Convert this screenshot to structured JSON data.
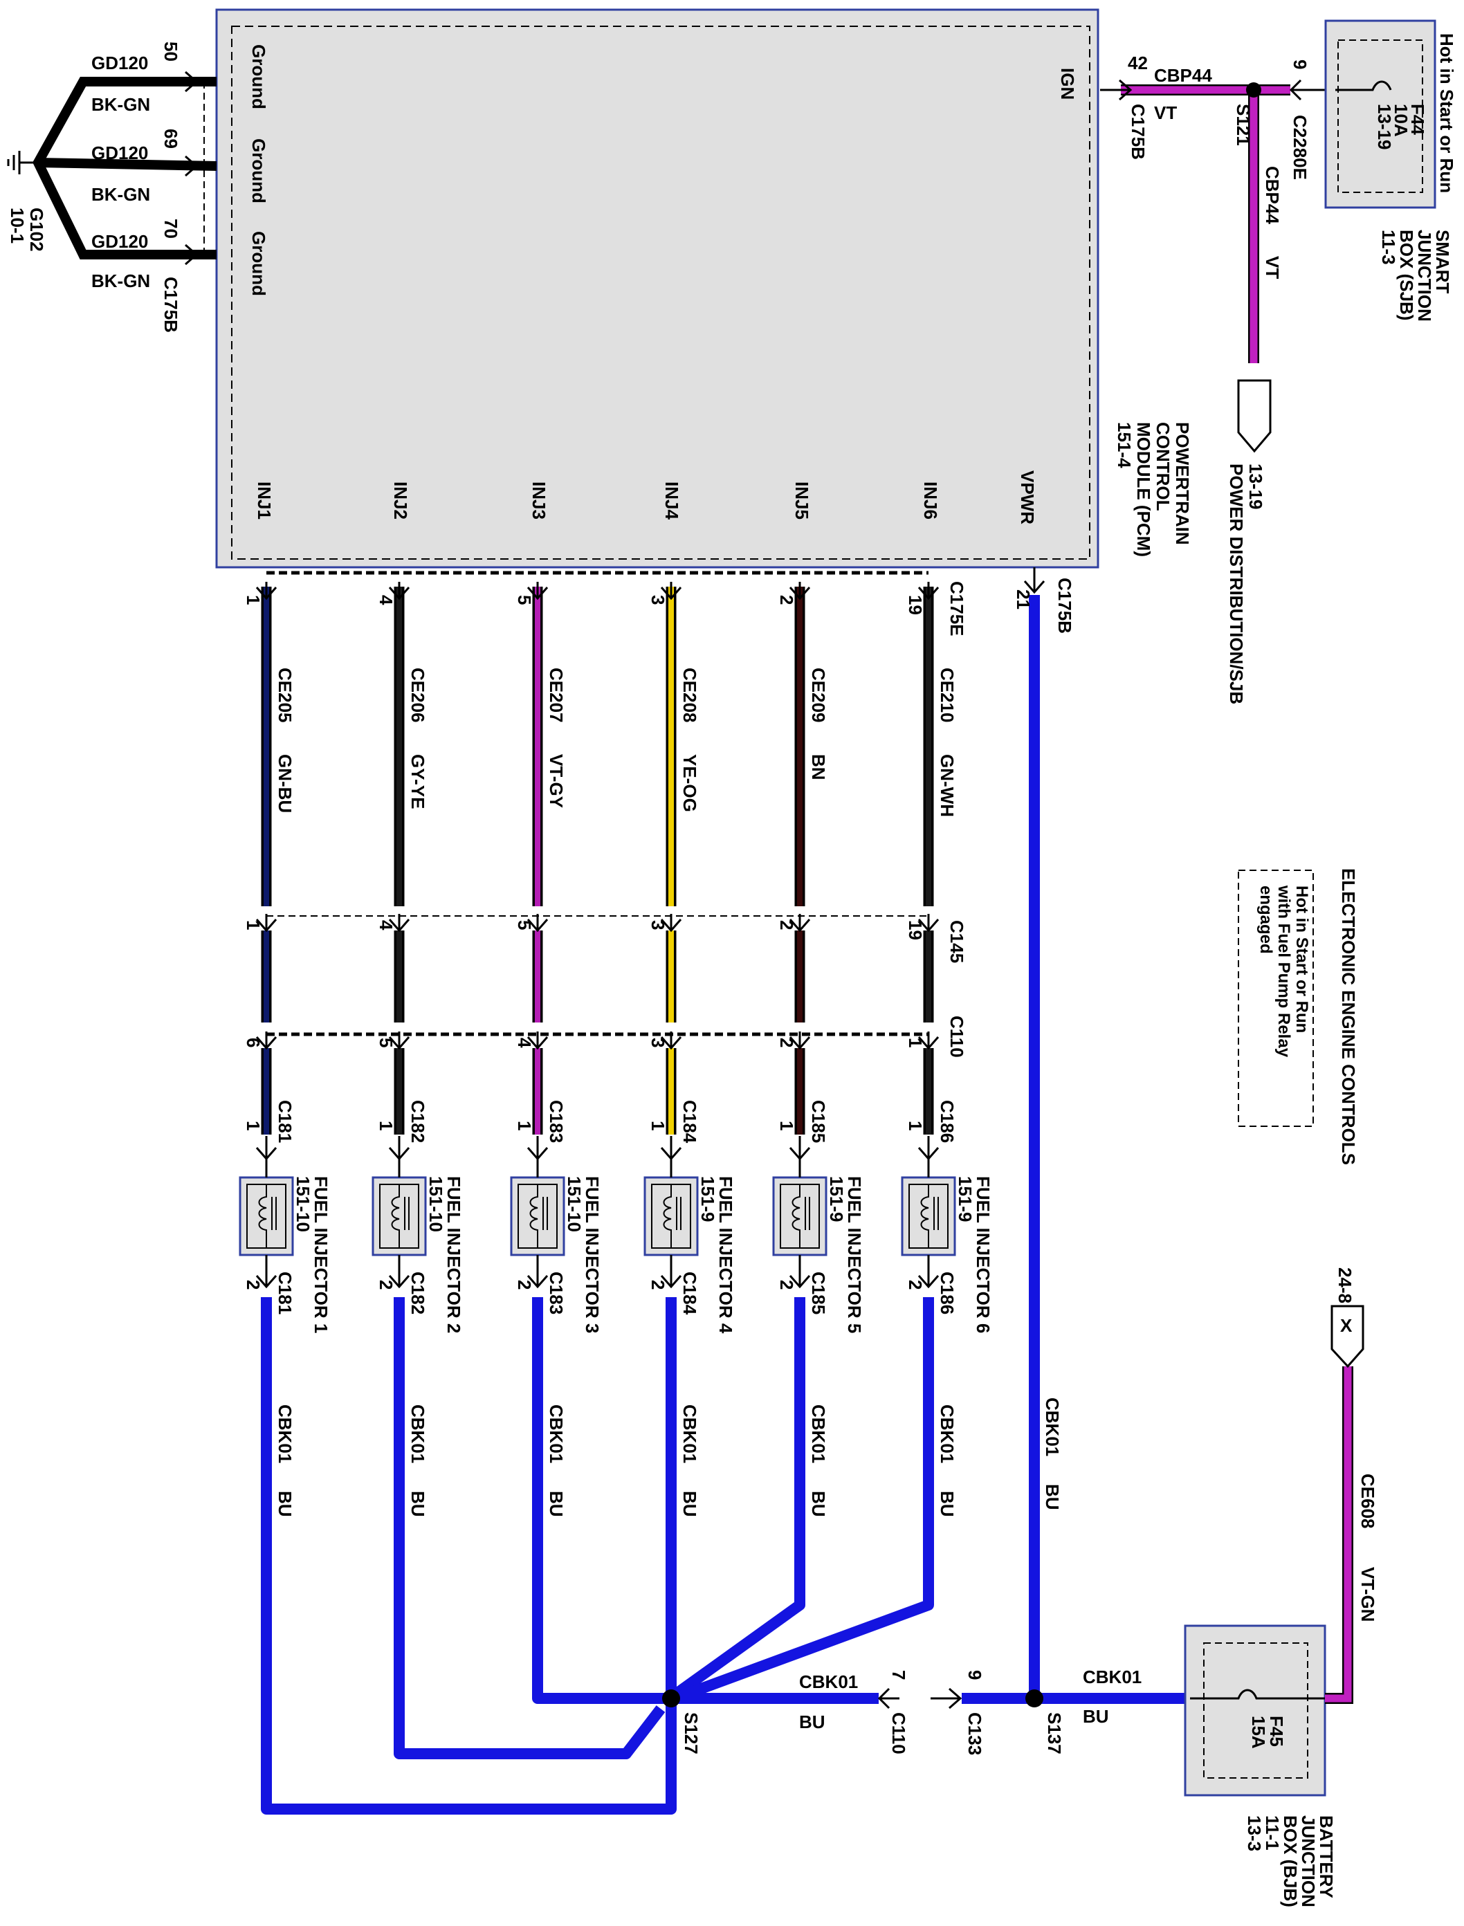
{
  "pcm": {
    "name": [
      "POWERTRAIN",
      "CONTROL",
      "MODULE (PCM)",
      "151-4"
    ],
    "pins_ground": [
      "Ground",
      "Ground",
      "Ground"
    ],
    "pin_ign": "IGN",
    "pins_bottom": [
      "INJ1",
      "INJ2",
      "INJ3",
      "INJ4",
      "INJ5",
      "INJ6",
      "VPWR"
    ]
  },
  "ground": {
    "circuit": "GD120",
    "color": "BK-GN",
    "pins": [
      "50",
      "69",
      "70"
    ],
    "connector": "C175B",
    "ref": "G102",
    "ref_page": "10-1"
  },
  "ign_feed": {
    "pin": "42",
    "connector": "C175B",
    "circuit": "CBP44",
    "wire_color": "VT",
    "splice": "S121",
    "sjb_pin": "9",
    "sjb_connector": "C2280E",
    "down_circuit": "CBP44",
    "down_color": "VT",
    "pd_ref": "13-19",
    "pd_label": "POWER DISTRIBUTION/SJB"
  },
  "sjb": {
    "hot_label": "Hot in Start or Run",
    "fuse": [
      "F44",
      "10A",
      "13-19"
    ],
    "name": [
      "SMART",
      "JUNCTION",
      "BOX (SJB)",
      "11-3"
    ]
  },
  "injector_wires": [
    {
      "pin_pcm": "1",
      "circuit": "CE205",
      "color": "GN-BU",
      "c145": "1",
      "c110": "6",
      "hex": "#0d1a6b"
    },
    {
      "pin_pcm": "4",
      "circuit": "CE206",
      "color": "GY-YE",
      "c145": "4",
      "c110": "5",
      "hex": "#1a1a1a"
    },
    {
      "pin_pcm": "5",
      "circuit": "CE207",
      "color": "VT-GY",
      "c145": "5",
      "c110": "4",
      "hex": "#b41eb4"
    },
    {
      "pin_pcm": "3",
      "circuit": "CE208",
      "color": "YE-OG",
      "c145": "3",
      "c110": "3",
      "hex": "#f0d000"
    },
    {
      "pin_pcm": "2",
      "circuit": "CE209",
      "color": "BN",
      "c145": "2",
      "c110": "2",
      "hex": "#3a0a0a"
    },
    {
      "pin_pcm": "19",
      "circuit": "CE210",
      "color": "GN-WH",
      "c145": "19",
      "c110": "1",
      "hex": "#1a1a1a"
    }
  ],
  "connectors": {
    "pcm_bottom": "C175E",
    "vpwr": "C175B",
    "c145": "C145",
    "c110": "C110"
  },
  "vpwr": {
    "pin": "21",
    "circuit": "CBK01",
    "color": "BU"
  },
  "injectors": [
    {
      "name": "FUEL INJECTOR 1",
      "ref": "151-10",
      "connector": "C181",
      "pin_top": "1",
      "pin_bot": "2"
    },
    {
      "name": "FUEL INJECTOR 2",
      "ref": "151-10",
      "connector": "C182",
      "pin_top": "1",
      "pin_bot": "2"
    },
    {
      "name": "FUEL INJECTOR 3",
      "ref": "151-10",
      "connector": "C183",
      "pin_top": "1",
      "pin_bot": "2"
    },
    {
      "name": "FUEL INJECTOR 4",
      "ref": "151-9",
      "connector": "C184",
      "pin_top": "1",
      "pin_bot": "2"
    },
    {
      "name": "FUEL INJECTOR 5",
      "ref": "151-9",
      "connector": "C185",
      "pin_top": "1",
      "pin_bot": "2"
    },
    {
      "name": "FUEL INJECTOR 6",
      "ref": "151-9",
      "connector": "C186",
      "pin_top": "1",
      "pin_bot": "2"
    }
  ],
  "power_wire": {
    "circuit": "CBK01",
    "color": "BU"
  },
  "splices": {
    "s127": "S127",
    "s137": "S137"
  },
  "bus": {
    "circuit": "CBK01",
    "color": "BU",
    "c110_pin": "7",
    "c110": "C110",
    "c133_pin": "9",
    "c133": "C133"
  },
  "bjb": {
    "fuse": [
      "F45",
      "15A"
    ],
    "name": [
      "BATTERY",
      "JUNCTION",
      "BOX (BJB)",
      "11-1",
      "13-3"
    ]
  },
  "relay_feed": {
    "ref": "24-8",
    "x": "X",
    "circuit": "CE608",
    "color": "VT-GN"
  },
  "eec": {
    "title": "ELECTRONIC ENGINE CONTROLS",
    "note": [
      "Hot in Start or Run",
      "with Fuel Pump Relay",
      "engaged"
    ]
  },
  "colors": {
    "blue": "#1414e0",
    "violet": "#c020c0",
    "box_fill": "#e0e0e0",
    "box_border": "#3040a0"
  }
}
